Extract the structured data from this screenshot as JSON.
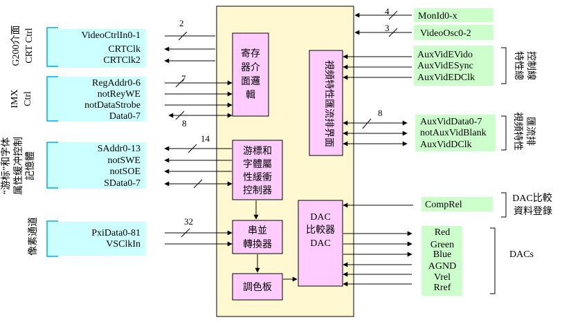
{
  "colors": {
    "chip_fill": "#fff8d0",
    "inner_fill": "#ffccff",
    "left_group_fill": "#ccffff",
    "right_group_fill": "#ccffcc",
    "bracket": "#00aaff",
    "line": "#000000"
  },
  "left_groups": [
    {
      "id": "crt",
      "title_lines": [
        "G200介面",
        "CRT Ctrl"
      ],
      "signals": [
        "VideoCtrlIn0-1",
        "CRTClk",
        "CRTClk2"
      ]
    },
    {
      "id": "imx",
      "title_lines": [
        "IMX",
        "Ctrl"
      ],
      "signals": [
        "RegAddr0-6",
        "notReyWE",
        "notDataStrobe",
        "Data0-7"
      ]
    },
    {
      "id": "mem",
      "title_lines": [
        "“游标”和字体",
        "属性缓冲控制",
        "記憶體"
      ],
      "signals": [
        "SAddr0-13",
        "notSWE",
        "notSOE",
        "SData0-7"
      ]
    },
    {
      "id": "pixel",
      "title_lines": [
        "像素通道"
      ],
      "signals": [
        "PxiData0-81",
        "VSClkIn"
      ]
    }
  ],
  "right_groups": [
    {
      "id": "mon",
      "signals": [
        "MonId0-x"
      ],
      "label_lines": []
    },
    {
      "id": "osc",
      "signals": [
        "VideoOsc0-2"
      ],
      "label_lines": []
    },
    {
      "id": "feat",
      "signals": [
        "AuxVidEVido",
        "AuxVidESync",
        "AuxVidEDClk"
      ],
      "label_lines": [
        "特性總",
        "控制線"
      ]
    },
    {
      "id": "stream",
      "signals": [
        "AuxVidData0-7",
        "notAuxVidBlank",
        "AuxVidDClk"
      ],
      "label_lines": [
        "視頻特性",
        "匯流排"
      ]
    },
    {
      "id": "comp",
      "signals": [
        "CompRel"
      ],
      "label_lines": [
        "DAC比較",
        "資料登錄"
      ]
    },
    {
      "id": "dac",
      "signals": [
        "Red",
        "Green",
        "Blue",
        "AGND",
        "Vrel",
        "Rref"
      ],
      "label_lines": [
        "DACs"
      ]
    }
  ],
  "blocks": {
    "reg": [
      "寄存",
      "器介",
      "面邏",
      "輯"
    ],
    "cursor": [
      "游標和",
      "字體屬",
      "性緩衝",
      "控制器"
    ],
    "serial": [
      "串並",
      "轉換器"
    ],
    "palette": [
      "調色板"
    ],
    "dac": [
      "DAC",
      "比較器",
      "DAC"
    ],
    "vidbus": "視頻特性匯流排界面"
  },
  "bus_widths": {
    "video_ctrl": "2",
    "reg_addr": "7",
    "data": "8",
    "sram_addr": "14",
    "pixel": "32",
    "mon_id": "4",
    "video_osc": "3",
    "aux_data": "8"
  }
}
